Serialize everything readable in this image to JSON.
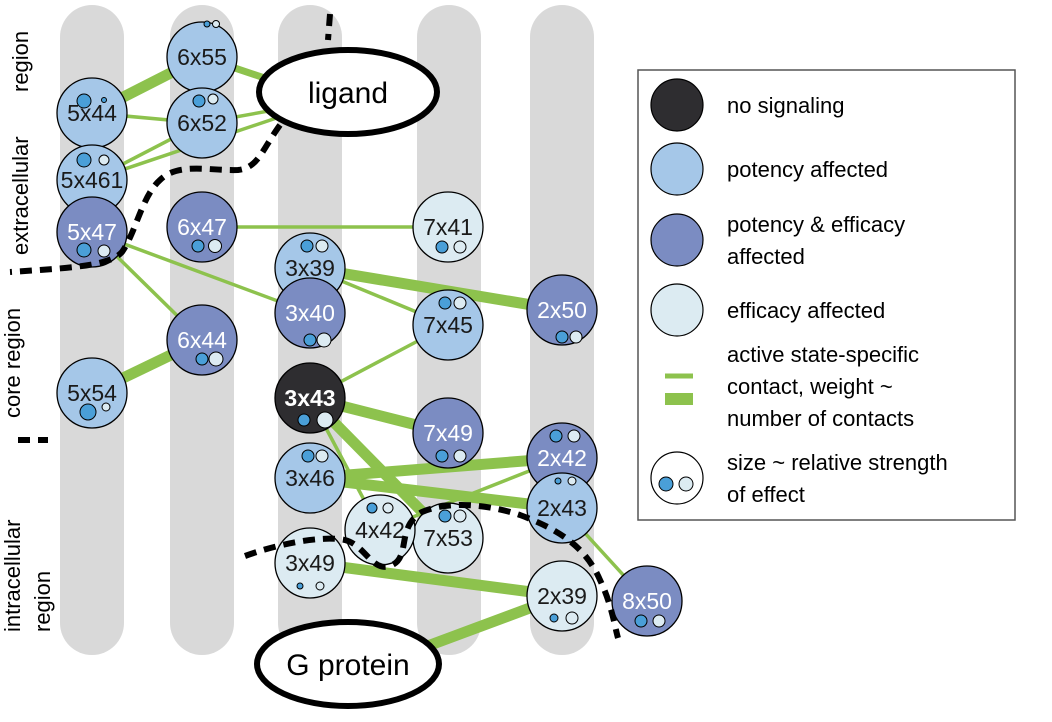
{
  "colors": {
    "no_signaling": "#2e2d30",
    "potency": "#a5c7e8",
    "potency_efficacy": "#7b8cc2",
    "efficacy": "#dcebf2",
    "contact": "#8dc24d",
    "helix": "#d9d9d9",
    "small_dot_dark": "#4a9fd8",
    "small_dot_light": "#dcebf2"
  },
  "region_labels": {
    "extracellular_line1": "extracellular",
    "extracellular_line2": "region",
    "core": "core region",
    "intracellular_line1": "intracellular",
    "intracellular_line2": "region"
  },
  "ligand_label": "ligand",
  "gprotein_label": "G protein",
  "nodes": [
    {
      "id": "5x44",
      "label": "5x44",
      "type": "potency"
    },
    {
      "id": "5x461",
      "label": "5x461",
      "type": "potency"
    },
    {
      "id": "5x47",
      "label": "5x47",
      "type": "potency_efficacy"
    },
    {
      "id": "5x54",
      "label": "5x54",
      "type": "potency"
    },
    {
      "id": "6x55",
      "label": "6x55",
      "type": "potency"
    },
    {
      "id": "6x52",
      "label": "6x52",
      "type": "potency"
    },
    {
      "id": "6x47",
      "label": "6x47",
      "type": "potency_efficacy"
    },
    {
      "id": "6x44",
      "label": "6x44",
      "type": "potency_efficacy"
    },
    {
      "id": "3x39",
      "label": "3x39",
      "type": "potency"
    },
    {
      "id": "3x40",
      "label": "3x40",
      "type": "potency_efficacy"
    },
    {
      "id": "3x43",
      "label": "3x43",
      "type": "no_signaling"
    },
    {
      "id": "3x46",
      "label": "3x46",
      "type": "potency"
    },
    {
      "id": "3x49",
      "label": "3x49",
      "type": "efficacy"
    },
    {
      "id": "7x41",
      "label": "7x41",
      "type": "efficacy"
    },
    {
      "id": "7x45",
      "label": "7x45",
      "type": "potency"
    },
    {
      "id": "7x49",
      "label": "7x49",
      "type": "potency_efficacy"
    },
    {
      "id": "7x53",
      "label": "7x53",
      "type": "efficacy"
    },
    {
      "id": "4x42",
      "label": "4x42",
      "type": "efficacy"
    },
    {
      "id": "2x50",
      "label": "2x50",
      "type": "potency_efficacy"
    },
    {
      "id": "2x42",
      "label": "2x42",
      "type": "potency_efficacy"
    },
    {
      "id": "2x43",
      "label": "2x43",
      "type": "potency"
    },
    {
      "id": "2x39",
      "label": "2x39",
      "type": "efficacy"
    },
    {
      "id": "8x50",
      "label": "8x50",
      "type": "potency_efficacy"
    }
  ],
  "contacts": [
    {
      "from": "5x44",
      "to": "6x55",
      "weight": 3
    },
    {
      "from": "6x55",
      "to": "ligand",
      "weight": 2
    },
    {
      "from": "6x52",
      "to": "ligand",
      "weight": 1
    },
    {
      "from": "5x461",
      "to": "ligand",
      "weight": 1
    },
    {
      "from": "5x461",
      "to": "6x52",
      "weight": 1
    },
    {
      "from": "5x44",
      "to": "6x52",
      "weight": 1
    },
    {
      "from": "6x47",
      "to": "7x41",
      "weight": 1
    },
    {
      "from": "5x47",
      "to": "6x44",
      "weight": 1
    },
    {
      "from": "5x47",
      "to": "3x40",
      "weight": 1
    },
    {
      "from": "5x54",
      "to": "6x44",
      "weight": 3
    },
    {
      "from": "3x39",
      "to": "2x50",
      "weight": 3
    },
    {
      "from": "3x39",
      "to": "7x45",
      "weight": 1
    },
    {
      "from": "3x43",
      "to": "7x45",
      "weight": 1
    },
    {
      "from": "3x43",
      "to": "7x49",
      "weight": 3
    },
    {
      "from": "3x43",
      "to": "7x53",
      "weight": 3
    },
    {
      "from": "3x43",
      "to": "4x42",
      "weight": 1
    },
    {
      "from": "3x46",
      "to": "2x42",
      "weight": 3
    },
    {
      "from": "3x46",
      "to": "2x43",
      "weight": 3
    },
    {
      "from": "4x42",
      "to": "2x42",
      "weight": 1
    },
    {
      "from": "3x49",
      "to": "2x39",
      "weight": 3
    },
    {
      "from": "2x39",
      "to": "gprotein",
      "weight": 3
    },
    {
      "from": "2x43",
      "to": "8x50",
      "weight": 1
    }
  ],
  "legend": {
    "no_signaling": "no signaling",
    "potency": "potency affected",
    "potency_efficacy_line1": "potency & efficacy",
    "potency_efficacy_line2": "affected",
    "efficacy": "efficacy affected",
    "contact_line1": "active state-specific",
    "contact_line2": "contact, weight ~",
    "contact_line3": "number of contacts",
    "size_line1": "size ~ relative strength",
    "size_line2": "of effect"
  }
}
